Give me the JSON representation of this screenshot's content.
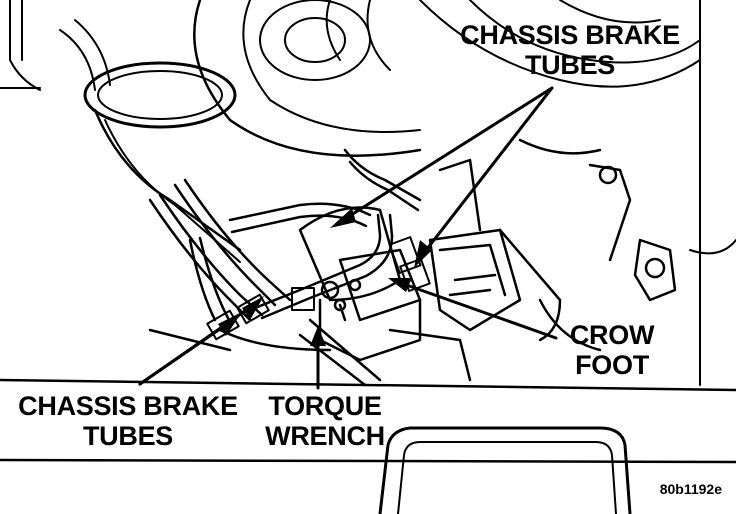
{
  "figure": {
    "labels": {
      "chassis_brake_tubes_top": {
        "line1": "CHASSIS BRAKE",
        "line2": "TUBES"
      },
      "chassis_brake_tubes_bottom": {
        "line1": "CHASSIS BRAKE",
        "line2": "TUBES"
      },
      "torque_wrench": {
        "line1": "TORQUE",
        "line2": "WRENCH"
      },
      "crow_foot": {
        "line1": "CROW",
        "line2": "FOOT"
      }
    },
    "figure_id": "80b1192e",
    "colors": {
      "ink": "#000000",
      "paper": "#ffffff"
    }
  }
}
